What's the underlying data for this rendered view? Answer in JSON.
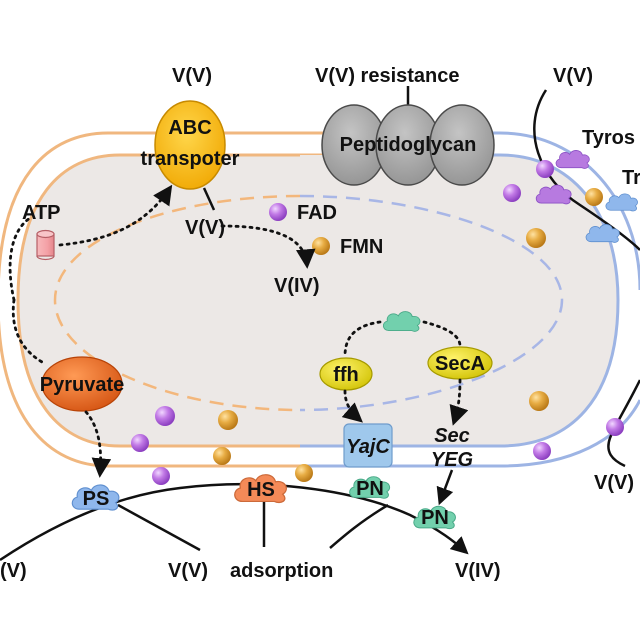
{
  "labels": {
    "vv_top_left": "V(V)",
    "vv_resistance": "V(V) resistance",
    "vv_top_right": "V(V)",
    "abc_line1": "ABC",
    "abc_line2": "transpoter",
    "peptidoglycan": "Peptidoglycan",
    "atp": "ATP",
    "vv_mid": "V(V)",
    "fad": "FAD",
    "fmn": "FMN",
    "viv_mid": "V(IV)",
    "tyros": "Tyros",
    "tr": "Tr",
    "pyruvate": "Pyruvate",
    "ffh": "ffh",
    "seca": "SecA",
    "yajc": "YajC",
    "sec_line1": "Sec",
    "sec_line2": "YEG",
    "pn_inner": "PN",
    "pn_outer": "PN",
    "ps": "PS",
    "hs": "HS",
    "v_left_bottom": "(V)",
    "vv_bottom": "V(V)",
    "adsorption": "adsorption",
    "viv_bottom": "V(IV)",
    "vv_right_bottom": "V(V)"
  },
  "colors": {
    "outer_membrane_left": "#f0b77f",
    "outer_membrane_right": "#9db4e4",
    "cytoplasm_fill": "#ece8e6",
    "nucleoid_dash_orange": "#f3b77c",
    "nucleoid_dash_blue": "#a8b6e6",
    "abc_fill": "#f7b400",
    "peptidoglycan_fill": "#a7a7a7",
    "pyruvate_fill": "#e8611d",
    "ffh_fill": "#e6d800",
    "seca_fill": "#e6d800",
    "yajc_fill": "#9fc8ec",
    "purple_ball": "#b264d8",
    "orange_ball": "#dca034",
    "green_cloud": "#72d0ad",
    "blue_cloud": "#8fb7ec",
    "orange_cloud": "#f48a58",
    "violet_cloud": "#b77ae0",
    "atp_cylinder": "#f5a7ab"
  },
  "icons": {
    "atp": "cylinder-icon",
    "protein": "cloud-icon",
    "ball": "sphere-icon"
  }
}
